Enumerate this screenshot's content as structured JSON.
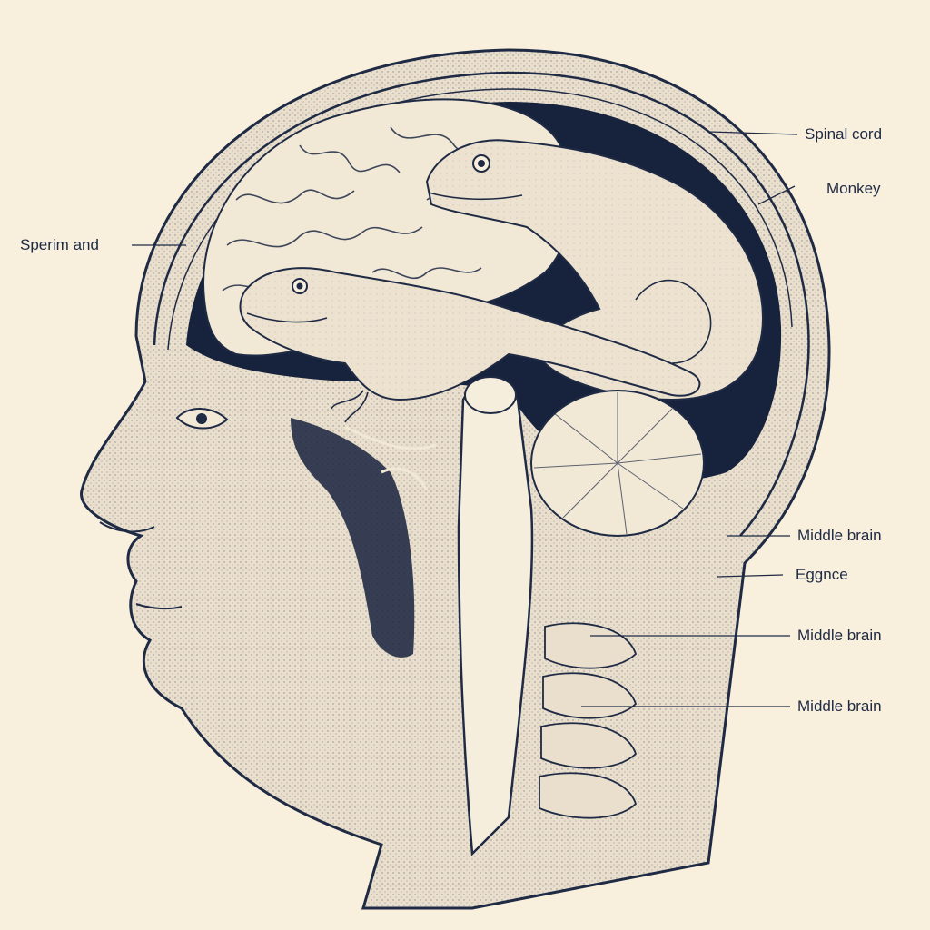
{
  "colors": {
    "paper": "#f8efdc",
    "ink": "#1f2a44",
    "cavity": "#17223d",
    "skin": "#e9dfcc",
    "tissue": "#f1e8d6"
  },
  "labels": {
    "spinal_cord": "Spinal cord",
    "monkey": "Monkey",
    "left": "Sperim and",
    "middle_brain_1": "Middle brain",
    "eggnce": "Eggnce",
    "middle_brain_2": "Middle brain",
    "middle_brain_3": "Middle brain"
  }
}
